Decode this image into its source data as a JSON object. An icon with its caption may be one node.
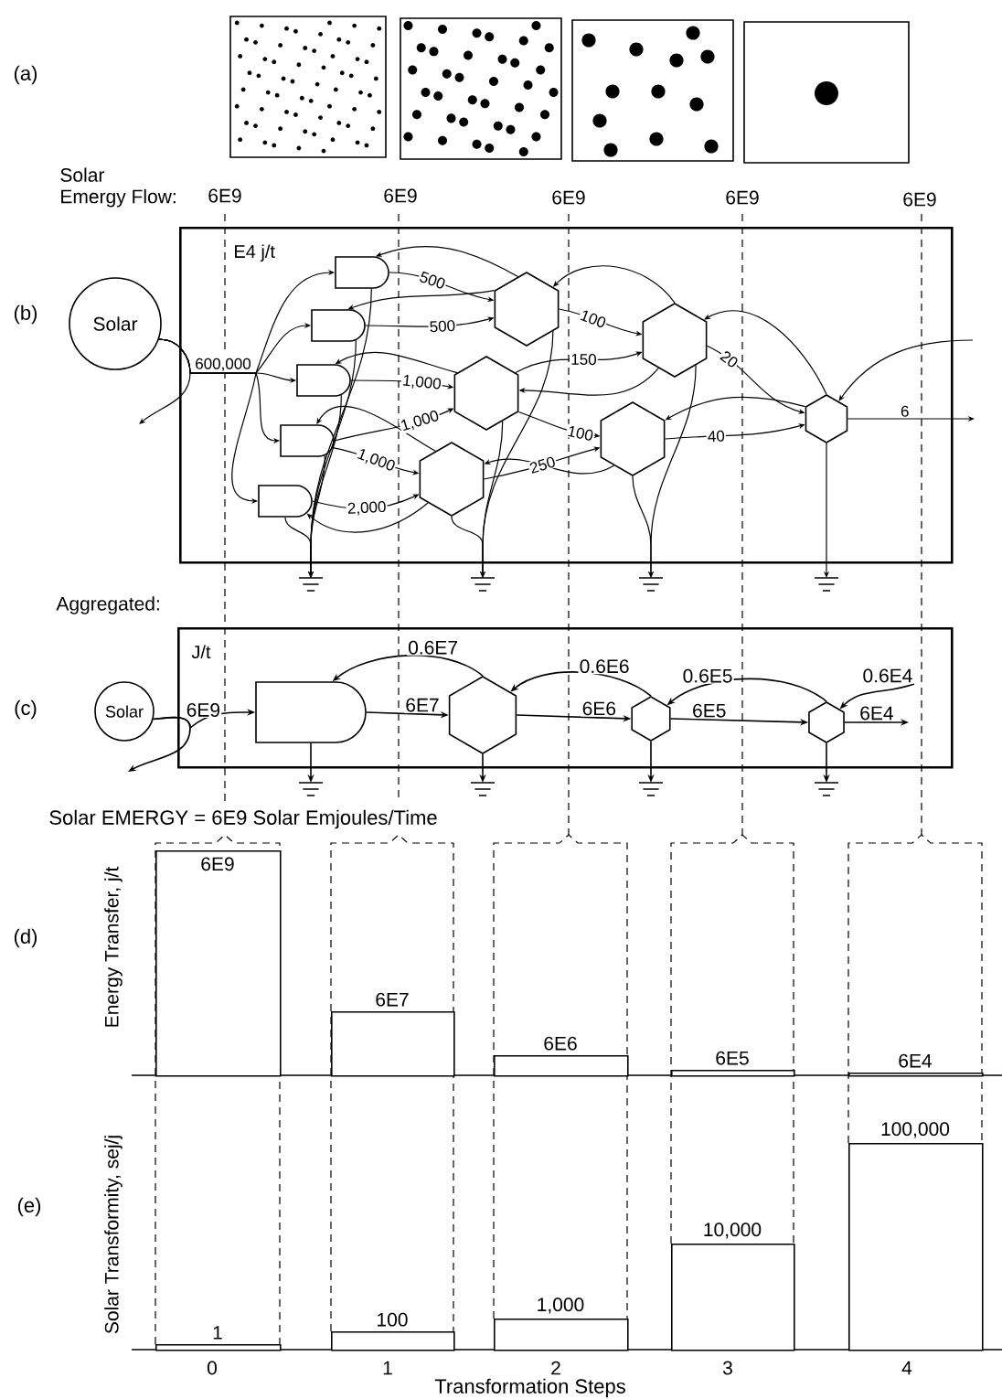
{
  "diagram": {
    "nodes": [
      {
        "text": [
          "Solar"
        ]
      },
      {
        "text": [
          "E4 j/t"
        ]
      },
      {
        "text": [],
        "shape": "bullet",
        "in": 1
      },
      {
        "text": [],
        "shape": "bullet",
        "in": 1
      },
      {
        "text": [],
        "shape": "bullet",
        "in": 1
      },
      {
        "text": [],
        "shape": "bullet",
        "in": 1
      },
      {
        "text": [],
        "shape": "bullet",
        "in": 1
      },
      {
        "text": [],
        "shape": "hexagon",
        "in": 1
      },
      {
        "text": [],
        "shape": "hexagon",
        "in": 1
      },
      {
        "text": [],
        "shape": "hexagon",
        "in": 1
      },
      {
        "text": [],
        "shape": "hexagon",
        "in": 1
      },
      {
        "text": [],
        "shape": "hexagon",
        "in": 1
      },
      {
        "text": [],
        "shape": "hexagon",
        "in": 1
      },
      {
        "text": [],
        "shape": "ground"
      },
      {
        "text": [],
        "shape": "ground"
      },
      {
        "text": [],
        "shape": "ground"
      },
      {
        "text": [],
        "shape": "ground"
      },
      {
        "text": [
          "Solar"
        ]
      },
      {
        "text": [
          "J/t"
        ]
      },
      {
        "text": [],
        "shape": "bullet",
        "in": 18
      },
      {
        "text": [],
        "shape": "hexagon",
        "in": 18
      },
      {
        "text": [],
        "shape": "hexagon",
        "in": 18
      },
      {
        "text": [],
        "shape": "hexagon",
        "in": 18
      },
      {
        "text": [],
        "shape": "ground"
      },
      {
        "text": [],
        "shape": "ground"
      },
      {
        "text": [],
        "shape": "ground"
      },
      {
        "text": [],
        "shape": "ground"
      },
      {
        "text": [
          "6E9"
        ]
      },
      {
        "text": [],
        "shape": "bar",
        "beside": [
          "6E7"
        ]
      },
      {
        "text": [],
        "shape": "bar",
        "beside": [
          "6E6"
        ]
      },
      {
        "text": [],
        "shape": "bar",
        "beside": [
          "6E5"
        ]
      },
      {
        "text": [],
        "shape": "bar",
        "beside": [
          "6E4"
        ]
      },
      {
        "text": [],
        "shape": "bar",
        "beside": [
          "1"
        ]
      },
      {
        "text": [],
        "shape": "bar",
        "beside": [
          "100"
        ]
      },
      {
        "text": [],
        "shape": "bar",
        "beside": [
          "1,000"
        ]
      },
      {
        "text": [],
        "shape": "bar",
        "beside": [
          "10,000"
        ]
      },
      {
        "text": [],
        "shape": "bar",
        "beside": [
          "100,000"
        ]
      }
    ],
    "edges": [
      {
        "from": 0,
        "to": 2,
        "arrow": "to",
        "label": "600,000"
      },
      {
        "from": 0,
        "to": 3,
        "arrow": "to"
      },
      {
        "from": 0,
        "to": 4,
        "arrow": "to"
      },
      {
        "from": 0,
        "to": 5,
        "arrow": "to"
      },
      {
        "from": 0,
        "to": 6,
        "arrow": "to"
      },
      {
        "from": 0,
        "to": null,
        "arrow": "to"
      },
      {
        "from": 2,
        "to": 7,
        "arrow": "to",
        "label": "500"
      },
      {
        "from": 3,
        "to": 7,
        "arrow": "to",
        "label": "500"
      },
      {
        "from": 4,
        "to": 8,
        "arrow": "to",
        "label": "1,000"
      },
      {
        "from": 5,
        "to": 8,
        "arrow": "to",
        "label": "1,000"
      },
      {
        "from": 5,
        "to": 9,
        "arrow": "to",
        "label": "1,000"
      },
      {
        "from": 6,
        "to": 9,
        "arrow": "to",
        "label": "2,000"
      },
      {
        "from": 7,
        "to": 10,
        "arrow": "to",
        "label": "100"
      },
      {
        "from": 8,
        "to": 10,
        "arrow": "to",
        "label": "150"
      },
      {
        "from": 8,
        "to": 11,
        "arrow": "to",
        "label": "100"
      },
      {
        "from": 9,
        "to": 11,
        "arrow": "to",
        "label": "250"
      },
      {
        "from": 10,
        "to": 12,
        "arrow": "to",
        "label": "20"
      },
      {
        "from": 11,
        "to": 12,
        "arrow": "to",
        "label": "40"
      },
      {
        "from": 12,
        "to": null,
        "arrow": "to",
        "label": "6"
      },
      {
        "from": null,
        "to": 12,
        "arrow": "to"
      },
      {
        "from": 7,
        "to": 2,
        "arrow": "to"
      },
      {
        "from": 7,
        "to": 3,
        "arrow": "to"
      },
      {
        "from": 8,
        "to": 4,
        "arrow": "to"
      },
      {
        "from": 9,
        "to": 5,
        "arrow": "to"
      },
      {
        "from": 9,
        "to": 6,
        "arrow": "to"
      },
      {
        "from": 10,
        "to": 7,
        "arrow": "to"
      },
      {
        "from": 10,
        "to": 8,
        "arrow": "to"
      },
      {
        "from": 11,
        "to": 9,
        "arrow": "to"
      },
      {
        "from": 12,
        "to": 10,
        "arrow": "to"
      },
      {
        "from": 12,
        "to": 11,
        "arrow": "to"
      },
      {
        "from": 2,
        "to": 13,
        "arrow": "to"
      },
      {
        "from": 3,
        "to": 13,
        "arrow": "to"
      },
      {
        "from": 4,
        "to": 13,
        "arrow": "to"
      },
      {
        "from": 5,
        "to": 13,
        "arrow": "to"
      },
      {
        "from": 6,
        "to": 13,
        "arrow": "to"
      },
      {
        "from": 7,
        "to": 14,
        "arrow": "to"
      },
      {
        "from": 8,
        "to": 14,
        "arrow": "to"
      },
      {
        "from": 9,
        "to": 14,
        "arrow": "to"
      },
      {
        "from": 10,
        "to": 15,
        "arrow": "to"
      },
      {
        "from": 11,
        "to": 15,
        "arrow": "to"
      },
      {
        "from": 12,
        "to": 16,
        "arrow": "to"
      },
      {
        "from": 17,
        "to": 19,
        "arrow": "to",
        "label": "6E9"
      },
      {
        "from": 17,
        "to": null,
        "arrow": "to"
      },
      {
        "from": 19,
        "to": 20,
        "arrow": "to",
        "label": "6E7"
      },
      {
        "from": 20,
        "to": 21,
        "arrow": "to",
        "label": "6E6"
      },
      {
        "from": 21,
        "to": 22,
        "arrow": "to",
        "label": "6E5"
      },
      {
        "from": 22,
        "to": null,
        "arrow": "to",
        "label": "6E4"
      },
      {
        "from": 20,
        "to": 19,
        "arrow": "to",
        "label": "0.6E7"
      },
      {
        "from": 21,
        "to": 20,
        "arrow": "to",
        "label": "0.6E6"
      },
      {
        "from": 22,
        "to": 21,
        "arrow": "to",
        "label": "0.6E5"
      },
      {
        "from": null,
        "to": 22,
        "arrow": "to",
        "label": "0.6E4"
      },
      {
        "from": 19,
        "to": 23,
        "arrow": "to"
      },
      {
        "from": 20,
        "to": 24,
        "arrow": "to"
      },
      {
        "from": 21,
        "to": 25,
        "arrow": "to"
      },
      {
        "from": 22,
        "to": 26,
        "arrow": "to"
      }
    ],
    "labels": [
      "(a)",
      "Solar Emergy Flow:",
      "6E9",
      "6E9",
      "6E9",
      "6E9",
      "6E9",
      "(b)",
      "Aggregated:",
      "(c)",
      "Solar EMERGY = 6E9 Solar Emjoules/Time",
      "Energy Transfer, j/t",
      "(d)",
      "Solar Transformity, sej/j",
      "(e)",
      "0",
      "1",
      "2",
      "3",
      "4",
      "Transformation Steps"
    ]
  }
}
